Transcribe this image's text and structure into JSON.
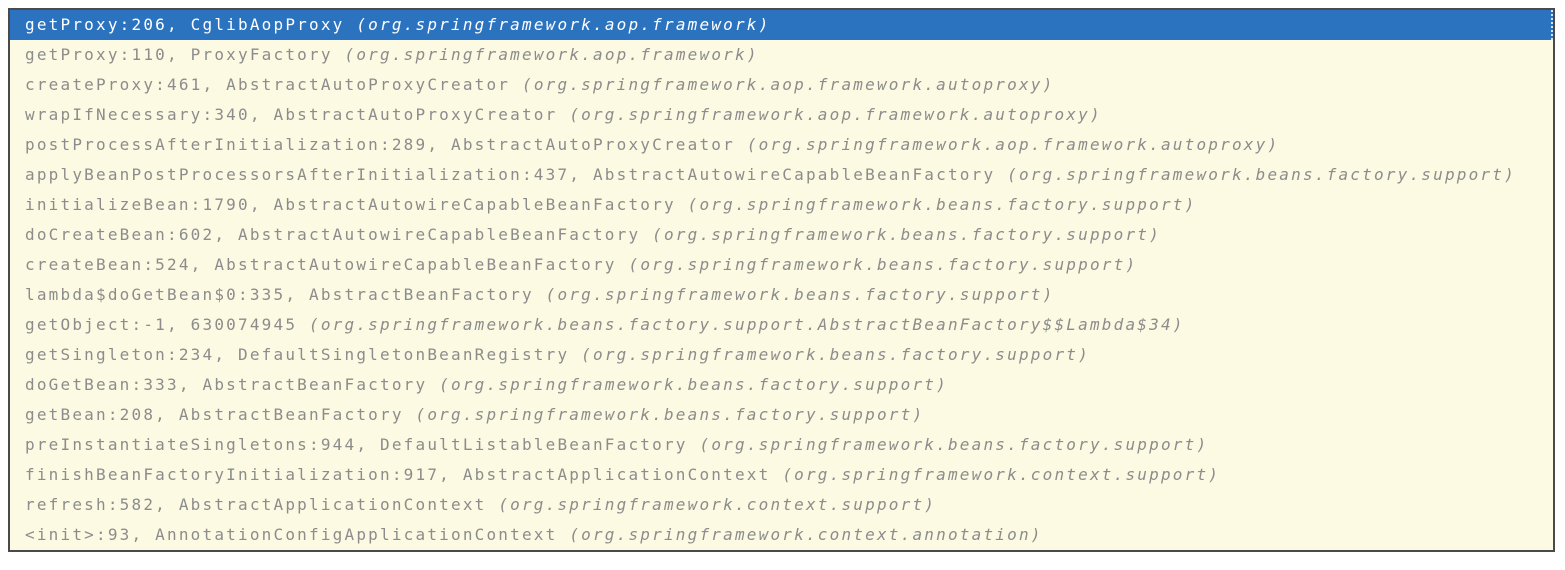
{
  "panel": {
    "title": "debugger-frames",
    "selected_index": 0,
    "colors": {
      "page_bg": "#ffffff",
      "panel_bg": "#fcfae2",
      "border_col": "#4a4a4a",
      "frame_text": "#8c8c8c",
      "selection_bg": "#2b73be",
      "selection_text": "#ffffff"
    },
    "frames": [
      {
        "location": "getProxy:206, CglibAopProxy",
        "package": "(org.springframework.aop.framework)",
        "selected": true
      },
      {
        "location": "getProxy:110, ProxyFactory",
        "package": "(org.springframework.aop.framework)",
        "selected": false
      },
      {
        "location": "createProxy:461, AbstractAutoProxyCreator",
        "package": "(org.springframework.aop.framework.autoproxy)",
        "selected": false
      },
      {
        "location": "wrapIfNecessary:340, AbstractAutoProxyCreator",
        "package": "(org.springframework.aop.framework.autoproxy)",
        "selected": false
      },
      {
        "location": "postProcessAfterInitialization:289, AbstractAutoProxyCreator",
        "package": "(org.springframework.aop.framework.autoproxy)",
        "selected": false
      },
      {
        "location": "applyBeanPostProcessorsAfterInitialization:437, AbstractAutowireCapableBeanFactory",
        "package": "(org.springframework.beans.factory.support)",
        "selected": false
      },
      {
        "location": "initializeBean:1790, AbstractAutowireCapableBeanFactory",
        "package": "(org.springframework.beans.factory.support)",
        "selected": false
      },
      {
        "location": "doCreateBean:602, AbstractAutowireCapableBeanFactory",
        "package": "(org.springframework.beans.factory.support)",
        "selected": false
      },
      {
        "location": "createBean:524, AbstractAutowireCapableBeanFactory",
        "package": "(org.springframework.beans.factory.support)",
        "selected": false
      },
      {
        "location": "lambda$doGetBean$0:335, AbstractBeanFactory",
        "package": "(org.springframework.beans.factory.support)",
        "selected": false
      },
      {
        "location": "getObject:-1, 630074945",
        "package": "(org.springframework.beans.factory.support.AbstractBeanFactory$$Lambda$34)",
        "selected": false
      },
      {
        "location": "getSingleton:234, DefaultSingletonBeanRegistry",
        "package": "(org.springframework.beans.factory.support)",
        "selected": false
      },
      {
        "location": "doGetBean:333, AbstractBeanFactory",
        "package": "(org.springframework.beans.factory.support)",
        "selected": false
      },
      {
        "location": "getBean:208, AbstractBeanFactory",
        "package": "(org.springframework.beans.factory.support)",
        "selected": false
      },
      {
        "location": "preInstantiateSingletons:944, DefaultListableBeanFactory",
        "package": "(org.springframework.beans.factory.support)",
        "selected": false
      },
      {
        "location": "finishBeanFactoryInitialization:917, AbstractApplicationContext",
        "package": "(org.springframework.context.support)",
        "selected": false
      },
      {
        "location": "refresh:582, AbstractApplicationContext",
        "package": "(org.springframework.context.support)",
        "selected": false
      },
      {
        "location": "<init>:93, AnnotationConfigApplicationContext",
        "package": "(org.springframework.context.annotation)",
        "selected": false
      }
    ]
  }
}
